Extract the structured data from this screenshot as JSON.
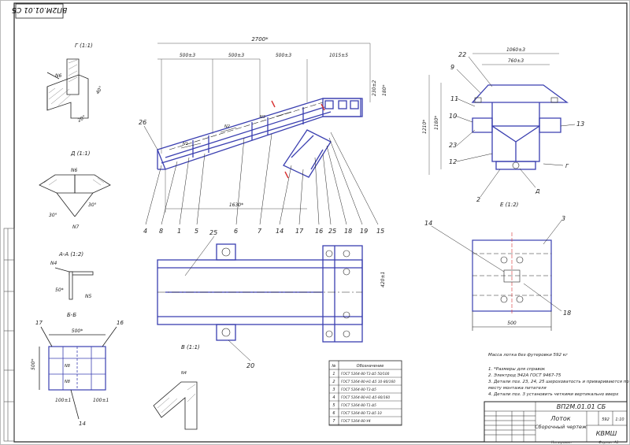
{
  "colors": {
    "part": "#3a3fb0",
    "line": "#1b1b1b",
    "thin": "#777777",
    "accent": "#d83030"
  },
  "stamp_top": "ВП2М.01.01 СБ",
  "views": {
    "g": "Г (1:1)",
    "d": "Д (1:1)",
    "aa": "А-А (1:2)",
    "bb": "Б-Б",
    "v": "В (1:1)",
    "e": "Е (1:2)"
  },
  "dims": {
    "overall": "2700*",
    "s1": "500±3",
    "s2": "500±3",
    "s3": "500±3",
    "s4": "1015±5",
    "right_h1": "230±2",
    "right_h2": "180*",
    "len_1630": "1630*",
    "top_1060": "1060±3",
    "top_760": "760±3",
    "h_1210": "1210*",
    "h_1180": "1180*",
    "plan_420": "420±1",
    "plan_500": "500",
    "bb_500": "500*",
    "bb_100a": "100±1",
    "bb_100b": "100±1",
    "side_500": "500*"
  },
  "labels_main": [
    "26",
    "4",
    "8",
    "1",
    "5",
    "6",
    "7",
    "14",
    "17",
    "16",
    "25",
    "18",
    "19",
    "15"
  ],
  "labels_plan": [
    "25",
    "20"
  ],
  "labels_end": [
    "22",
    "9",
    "11",
    "10",
    "23",
    "12",
    "13",
    "2"
  ],
  "labels_base": [
    "14",
    "3",
    "18"
  ],
  "labels_small": [
    "17",
    "16",
    "14"
  ],
  "weld_marks": [
    "N1",
    "N2",
    "N3",
    "N4",
    "N5",
    "N6",
    "N7"
  ],
  "parts_table": {
    "header": [
      "№",
      "Обозначение"
    ],
    "rows": [
      [
        "1",
        "ГОСТ 5264-80-Т3-Δ5 50/100"
      ],
      [
        "2",
        "ГОСТ 5264-80-Н1-Δ5 10-80/160"
      ],
      [
        "3",
        "ГОСТ 5264-80-Т3-Δ5"
      ],
      [
        "4",
        "ГОСТ 5264-80-Н1-Δ5-80/160"
      ],
      [
        "5",
        "ГОСТ 5264-80-Т1-Δ5"
      ],
      [
        "6",
        "ГОСТ 5264-80-Т3-Δ5 10"
      ],
      [
        "7",
        "ГОСТ 5264-80-У4"
      ]
    ]
  },
  "notes": [
    "Масса лотка без футеровки 592 кг",
    "1. *Размеры для справок",
    "2. Электрод Э42А ГОСТ 9467-75",
    "3. Детали поз. 23, 24, 25 шероховатость и привариваются по",
    "   месту монтажа питателя",
    "4. Детали поз. 3 установить четкими вертикально вверх"
  ],
  "title_block": {
    "code": "ВП2М.01.01 СБ",
    "name_line1": "Лоток",
    "name_line2": "Сборочный чертеж",
    "org": "КВМШ",
    "scale": "1:10",
    "mass": "592",
    "copied": "Копировал",
    "format": "Формат А1"
  }
}
